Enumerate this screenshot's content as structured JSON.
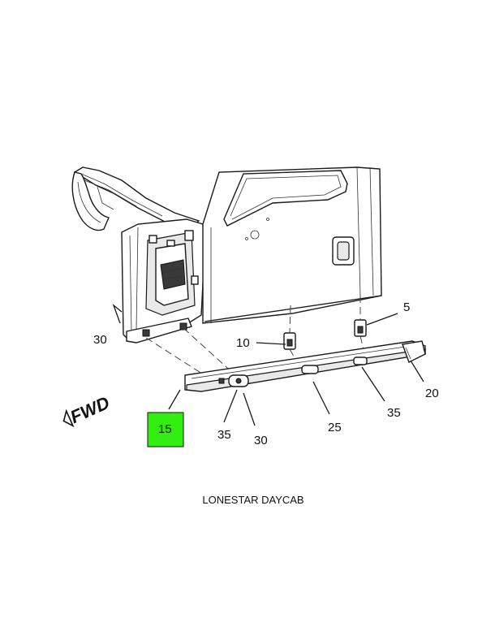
{
  "diagram": {
    "caption": "LONESTAR DAYCAB",
    "direction_label": "FWD",
    "highlight_color": "#33ee11",
    "callouts": [
      {
        "id": "c5",
        "text": "5"
      },
      {
        "id": "c10",
        "text": "10"
      },
      {
        "id": "c15",
        "text": "15"
      },
      {
        "id": "c20",
        "text": "20"
      },
      {
        "id": "c25",
        "text": "25"
      },
      {
        "id": "c30a",
        "text": "30"
      },
      {
        "id": "c30b",
        "text": "30"
      },
      {
        "id": "c35a",
        "text": "35"
      },
      {
        "id": "c35b",
        "text": "35"
      }
    ]
  }
}
